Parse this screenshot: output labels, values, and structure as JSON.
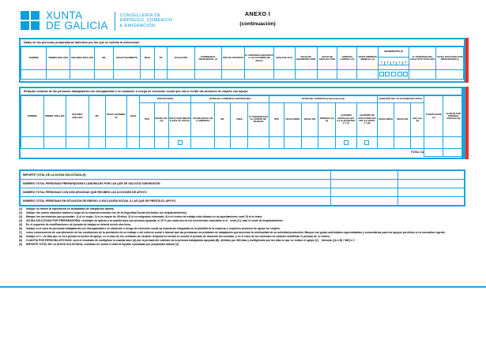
{
  "header": {
    "org_line1": "XUNTA",
    "org_line2": "DE GALICIA",
    "conselleria_line1": "CONSELLERÍA DE",
    "conselleria_line2": "EMPREGO, COMERCIO",
    "conselleria_line3": "E EMIGRACIÓN",
    "annex_title": "ANEXO I",
    "annex_subtitle": "(continuación)"
  },
  "section1": {
    "band_title": "Datos de las personas preparadoras laborales por las que se solicita la subvención",
    "columns": [
      "NOMBRE",
      "PRIMER APELLIDO",
      "SEGUNDO APELLIDO",
      "NIF",
      "FECHA NACIMIENTO",
      "SEXO",
      "TIT.",
      "TITULACIÓN",
      "EXPERIENCIA PROFESIONAL (1)",
      "TIPO DE CONTRATO",
      "N.º PERSONAS ADSCRITAS A LAS ACCIONES DE APOYO",
      "FECHA DE ALTA",
      "FECHA DE INCORPORA-CIÓN",
      "FECHA DE FINALIZA-CIÓN",
      "JORNADA LABORAL (%)",
      "COSTE EMPRESA/ MENSUAL (2)",
      "INCREMENTOS (3)",
      "N.º PERSONAS DEL COLECTIVO TUTELADO",
      "AYUDA SOLICITADA POR PREPARADOR (4)"
    ],
    "increment_options": [
      "1",
      "2",
      "3",
      "4",
      "5"
    ]
  },
  "section2": {
    "band_title": "Relación nominal de las personas trabajadoras con discapacidad o en situación o riesgo de exclusión social que van a recibir las acciones de empleo con apoyo.",
    "group_discapacidad": "DISCAPACIDAD",
    "group_empresa": "DATOS DE LA EMPRESA CONTRATANTE",
    "group_contrato": "DATOS DEL CONTRATO (preferentemente)",
    "group_duracion": "DURACIÓN DE LAS ACCIONES DE APOYO",
    "columns": [
      "NOMBRE",
      "PRIMER APELLIDO",
      "SEGUNDO APELLIDO",
      "NIF",
      "FECHA NACIMIEN-TO",
      "SEXO",
      "TIPO",
      "GRADO VAL. (%)",
      "SITUA-CIÓN RIESGO O EXCLUS. SOCIAL",
      "RAZÓN SOCIAL DE LA EMPRESA",
      "NIF",
      "CNAE",
      "N.º PERSONAS EN EL CENTRO DE TRABAJO",
      "TIPO",
      "FECHA INICIO",
      "FECHA FIN",
      "JORNADA (%) (6)",
      "ACCIONES GRUPALES ART. 8.2.A) APARTADO 2.º) (7)",
      "ACCIONES DE APOYO PREVIAS ART. 8.2 APART. 1.º) (8)",
      "FECHA INICIO",
      "FECHA FIN",
      "días/ mes (8)",
      "CUANTÍA BASE (A)",
      "CUANTÍA POR PERSONA APOYADA (8)"
    ],
    "total_label": "TOTAL Cuantía por persona apoyada"
  },
  "summary_rows": [
    "IMPORTE TOTAL DE LA AYUDA SOLICITADA (9)",
    "NÚMERO TOTAL PERSONAS PREPARADORAS LABORALES POR LAS QUE SE SOLICITA SUBVENCIÓN",
    "NÚMERO TOTAL PERSONAS CON DISCAPACIDAD QUE RECIBEN LAS ACCIONES DE APOYO",
    "NÚMERO TOTAL PERSONAS EN SITUACIÓN DE RIESGO O EXCLUSIÓN SOCIAL A LAS QUE SE PRESTA EL APOYO"
  ],
  "notes": [
    {
      "n": "(1)",
      "t": "Indique os meses la experiencia en actividades de integración laboral."
    },
    {
      "n": "(2)",
      "t": "Indique los costes laborales totales a cargo de la empresa incluidos los de la Seguridad Social (excluidos los desplazamientos)."
    },
    {
      "n": "(3)",
      "t": "Marque los incrementos que procedan: 1) si es mujer; 2) si es mayor de 45 años; 3) si es emigrante retornada; 4) si el centro de trabajo está situado en un ayuntamiento rural; 5) si es trans."
    },
    {
      "n": "(4)",
      "t": "AYUDA SOLICITADA POR PREPARADOR/A: resultado de aplicar a la cuantía base por persona apoyada, el 25 % por cada uno de los incrementos marcados el el_ resto (C), más el coste de desplazamiento."
    },
    {
      "n": "(5)",
      "t": "En el supuesto de modificaciones de jornada de trabajo se deberá incluir otra línea."
    },
    {
      "n": "(6)",
      "t": "Indique si el caso de personas trabajadoras con discapacidad o en situación o riesgo de exclusión social ya estuvieran integradas en la plantilla de la empresa y requieren acciones de apoyo for empleo."
    },
    {
      "n": "(7)",
      "t": "como consecuencia de una alteración de las condiciones de la prestación de un trabajo o del entorno social o laboral que las produzcan necesidades de adaptación que aseveran la continuidad de su actividad productiva. Marque con grado actividades especializadas y comunitarias para los apoyos previstos en la normativa vigente."
    },
    {
      "n": "(8)",
      "t": "Indique el n.º de días que se va a prestar la acción de apoyo, en el caso de los contratos de carácter temporal se tendrá en cuenta el período de duración del contrato, y en el caso de los contratos de carácter indefinido el período de 12 meses."
    },
    {
      "n": "(8)",
      "t": "CUANTÍA POR PERSONA APOYADA: será el resultado de multiplicar la cuantía base (A) por la jornada del contrato de la persona trabajadora apoyada (B), dividido por 360 días y multiplicado por los días en que se realice el apoyo (C) _ fórmula: [(A x B) / 360] x C"
    },
    {
      "n": "(9)",
      "t": "IMPORTE TOTAL DE LA AYUDA SOLICITADA: resultado de sumar el total de ayudas solicitadas por preparador laboral (3)"
    }
  ]
}
